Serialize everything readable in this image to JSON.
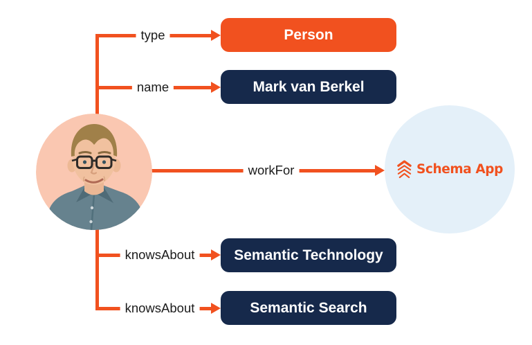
{
  "colors": {
    "orange": "#F1511F",
    "navy": "#16294B",
    "peach": "#FAC7B1",
    "lightblue": "#E4F0F9",
    "labeltext": "#1B1B1B"
  },
  "entity": {
    "photo_alt": "Photo of Mark van Berkel"
  },
  "edges": [
    {
      "property": "type",
      "value": "Person"
    },
    {
      "property": "name",
      "value": "Mark van Berkel"
    },
    {
      "property": "workFor",
      "value": "Schema App"
    },
    {
      "property": "knowsAbout",
      "value": "Semantic Technology"
    },
    {
      "property": "knowsAbout",
      "value": "Semantic Search"
    }
  ],
  "logo": {
    "text": "Schema App"
  }
}
